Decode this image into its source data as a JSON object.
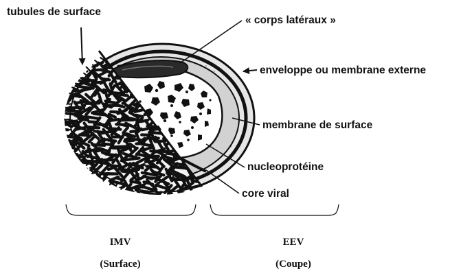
{
  "labels": {
    "surface_tubules": "tubules de surface",
    "lateral_bodies": "« corps latéraux »",
    "outer_envelope": "enveloppe ou membrane externe",
    "surface_membrane": "membrane de surface",
    "nucleoprotein": "nucleoprotéine",
    "viral_core": "core viral"
  },
  "sections": {
    "imv": {
      "name": "IMV",
      "view": "(Surface)"
    },
    "eev": {
      "name": "EEV",
      "view": "(Coupe)"
    }
  },
  "colors": {
    "ink": "#111111",
    "envelope_fill": "#e4e4e4",
    "membrane_fill": "#cfcfcf",
    "core_fill": "#ffffff",
    "lateral_body": "#2a2a2a"
  }
}
